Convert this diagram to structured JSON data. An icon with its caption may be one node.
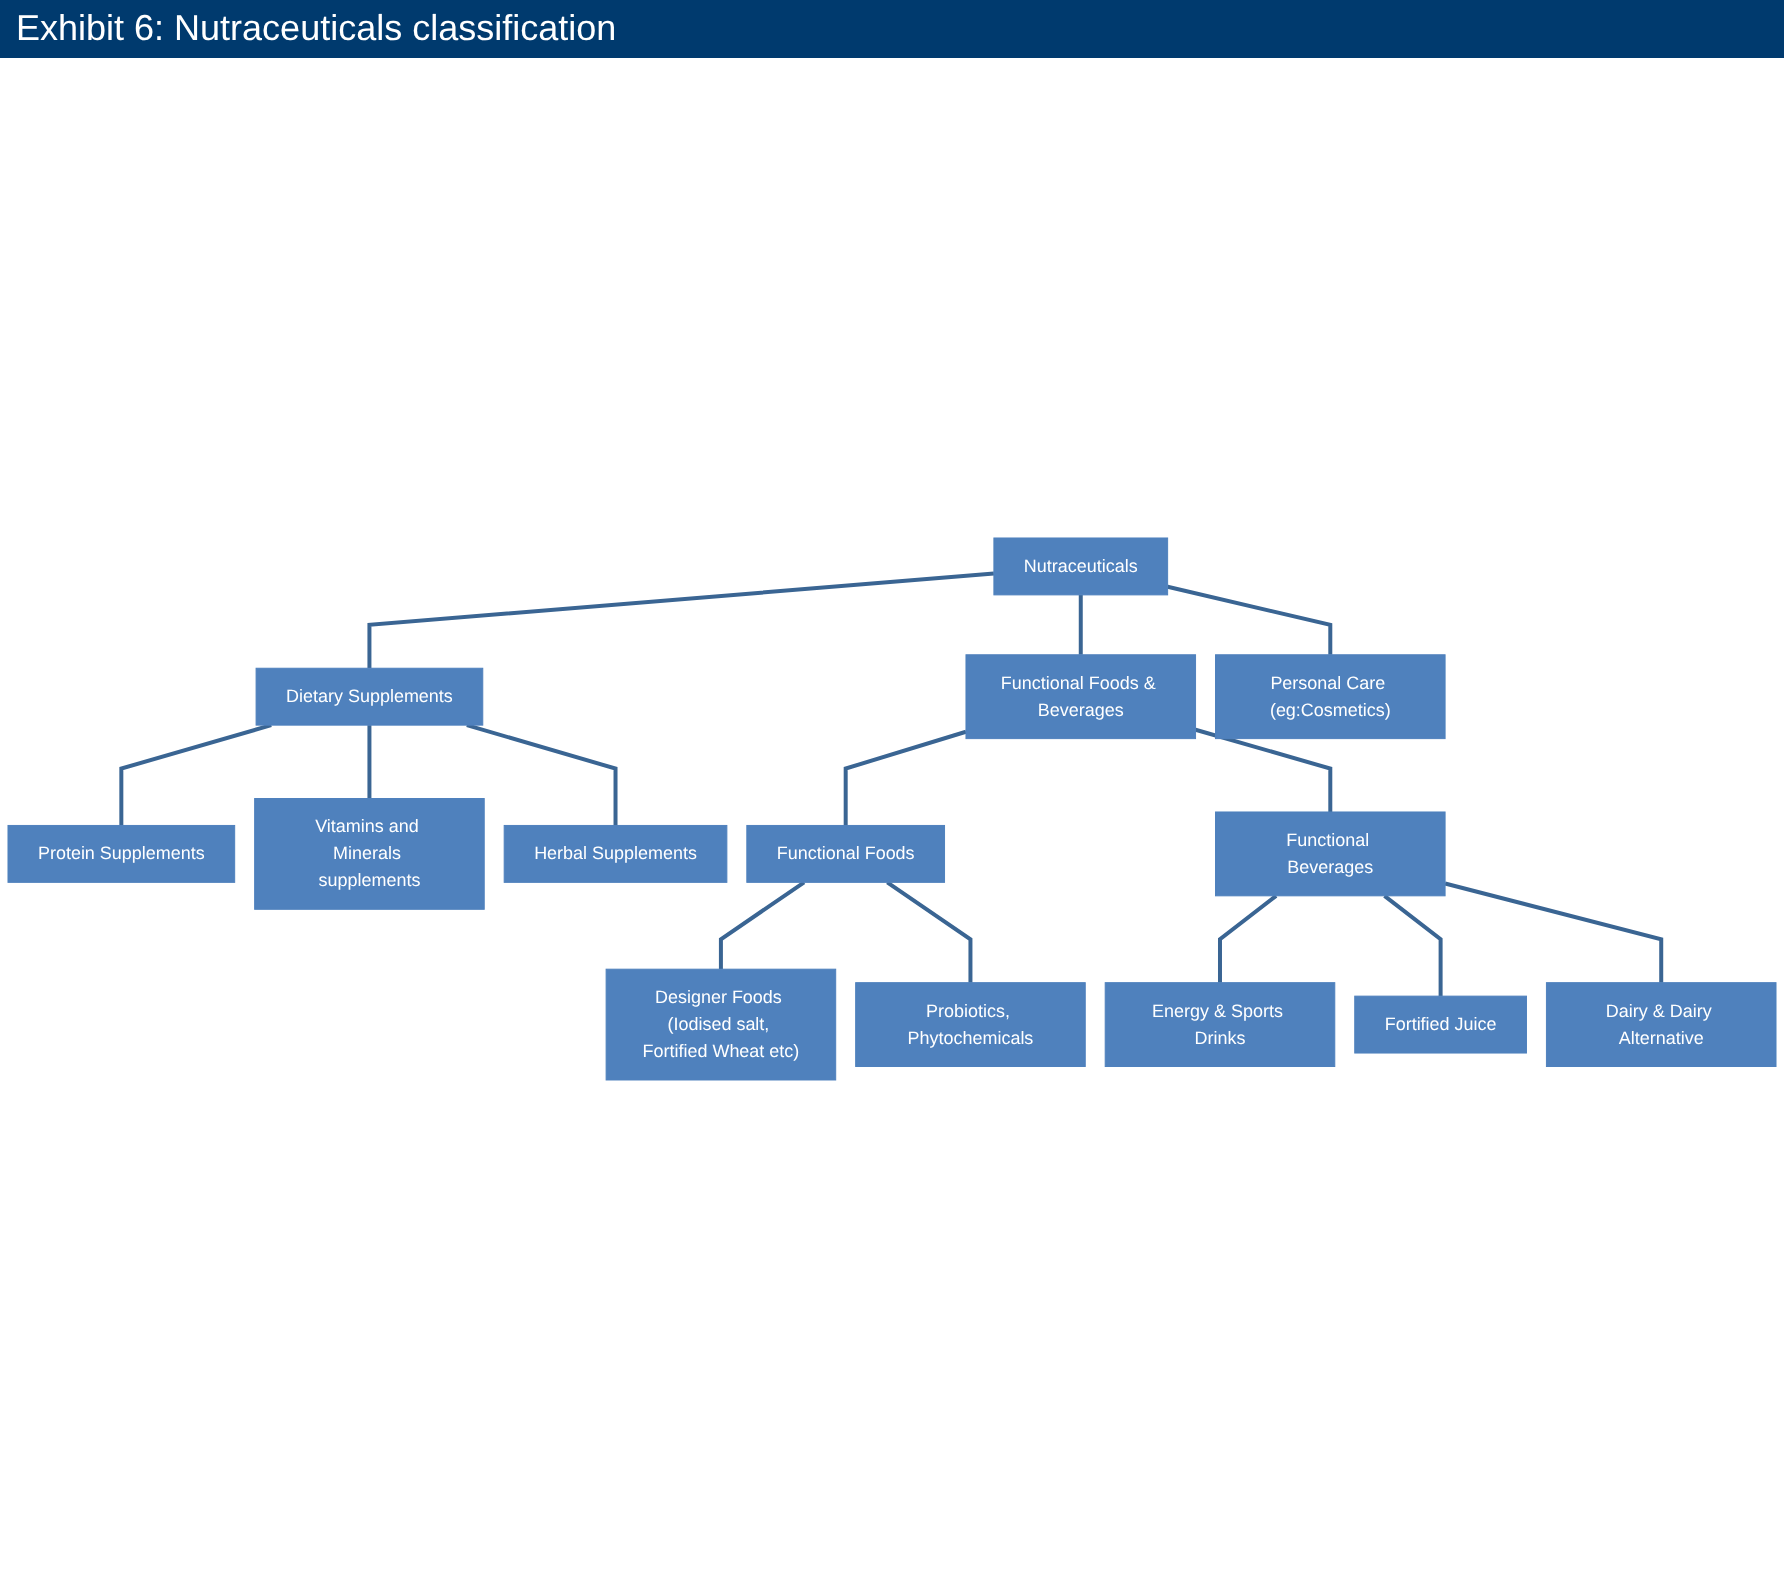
{
  "diagram": {
    "title": "Exhibit 6: Nutraceuticals classification",
    "nodes": [
      {
        "text": [
          "Nutraceuticals"
        ]
      },
      {
        "text": [
          "Dietary Supplements"
        ]
      },
      {
        "text": [
          "Functional Foods & Beverages"
        ]
      },
      {
        "text": [
          "Personal Care (eg:Cosmetics)"
        ]
      },
      {
        "text": [
          "Protein Supplements"
        ]
      },
      {
        "text": [
          "Vitamins and Minerals supplements"
        ]
      },
      {
        "text": [
          "Herbal Supplements"
        ]
      },
      {
        "text": [
          "Functional Foods"
        ]
      },
      {
        "text": [
          "Functional Beverages"
        ]
      },
      {
        "text": [
          "Designer Foods (Iodised salt, Fortified Wheat etc)"
        ]
      },
      {
        "text": [
          "Probiotics, Phytochemicals"
        ]
      },
      {
        "text": [
          "Energy & Sports Drinks"
        ]
      },
      {
        "text": [
          "Fortified Juice"
        ]
      },
      {
        "text": [
          "Dairy & Dairy Alternative"
        ]
      }
    ],
    "edges": [
      {
        "from": 0,
        "to": 1,
        "arrow": "none"
      },
      {
        "from": 0,
        "to": 2,
        "arrow": "none"
      },
      {
        "from": 0,
        "to": 3,
        "arrow": "none"
      },
      {
        "from": 1,
        "to": 4,
        "arrow": "none"
      },
      {
        "from": 1,
        "to": 5,
        "arrow": "none"
      },
      {
        "from": 1,
        "to": 6,
        "arrow": "none"
      },
      {
        "from": 2,
        "to": 7,
        "arrow": "none"
      },
      {
        "from": 2,
        "to": 8,
        "arrow": "none"
      },
      {
        "from": 7,
        "to": 9,
        "arrow": "none"
      },
      {
        "from": 7,
        "to": 10,
        "arrow": "none"
      },
      {
        "from": 8,
        "to": 11,
        "arrow": "none"
      },
      {
        "from": 8,
        "to": 12,
        "arrow": "none"
      },
      {
        "from": 8,
        "to": 13,
        "arrow": "none"
      }
    ]
  }
}
